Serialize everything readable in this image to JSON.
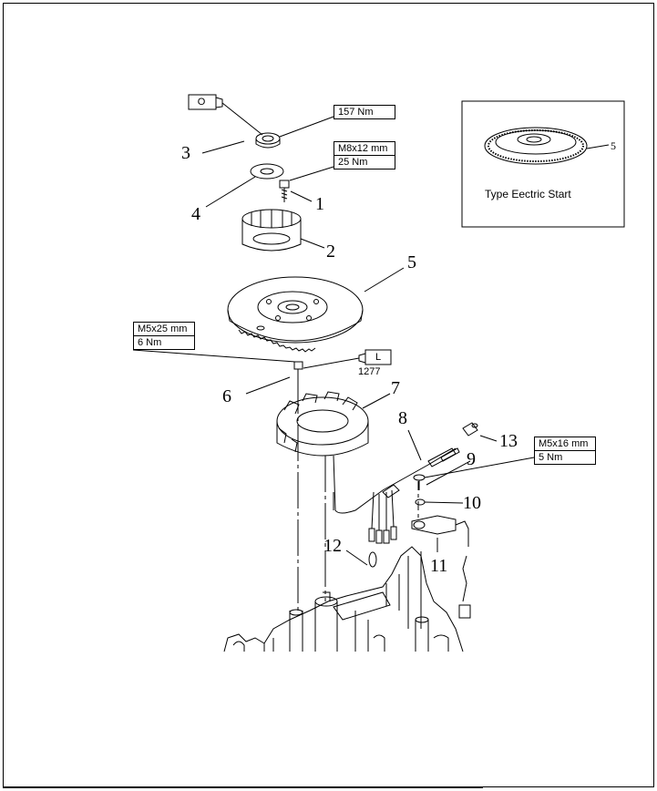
{
  "callouts": {
    "c1": "1",
    "c2": "2",
    "c3": "3",
    "c4": "4",
    "c5": "5",
    "c6": "6",
    "c7": "7",
    "c8": "8",
    "c9": "9",
    "c10": "10",
    "c11": "11",
    "c12": "12",
    "c13": "13"
  },
  "specs": {
    "nut_torque": "157 Nm",
    "bolt1_size": "M8x12 mm",
    "bolt1_torque": "25 Nm",
    "bolt6_size": "M5x25 mm",
    "bolt6_torque": "6 Nm",
    "bolt9_size": "M5x16 mm",
    "bolt9_torque": "5 Nm"
  },
  "chemicals": {
    "oil_label": "O",
    "loctite_label": "L",
    "loctite_code": "1277"
  },
  "inset": {
    "caption": "Type Eectric Start",
    "callout": "5"
  }
}
